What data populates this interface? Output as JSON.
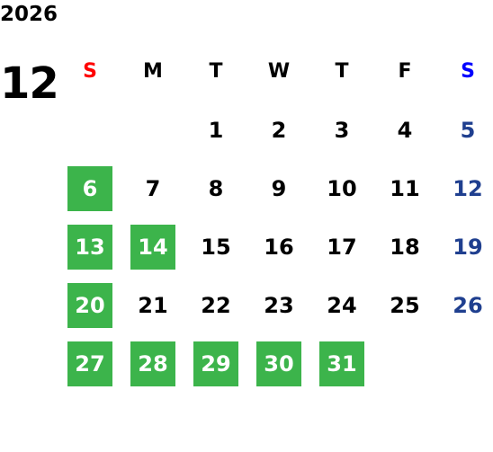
{
  "calendar": {
    "year": "2026",
    "month": "12",
    "weekdays": [
      "S",
      "M",
      "T",
      "W",
      "T",
      "F",
      "S"
    ],
    "leading_blanks": 2,
    "days": [
      {
        "d": "1",
        "hl": false
      },
      {
        "d": "2",
        "hl": false
      },
      {
        "d": "3",
        "hl": false
      },
      {
        "d": "4",
        "hl": false
      },
      {
        "d": "5",
        "hl": false
      },
      {
        "d": "6",
        "hl": true
      },
      {
        "d": "7",
        "hl": false
      },
      {
        "d": "8",
        "hl": false
      },
      {
        "d": "9",
        "hl": false
      },
      {
        "d": "10",
        "hl": false
      },
      {
        "d": "11",
        "hl": false
      },
      {
        "d": "12",
        "hl": false
      },
      {
        "d": "13",
        "hl": true
      },
      {
        "d": "14",
        "hl": true
      },
      {
        "d": "15",
        "hl": false
      },
      {
        "d": "16",
        "hl": false
      },
      {
        "d": "17",
        "hl": false
      },
      {
        "d": "18",
        "hl": false
      },
      {
        "d": "19",
        "hl": false
      },
      {
        "d": "20",
        "hl": true
      },
      {
        "d": "21",
        "hl": false
      },
      {
        "d": "22",
        "hl": false
      },
      {
        "d": "23",
        "hl": false
      },
      {
        "d": "24",
        "hl": false
      },
      {
        "d": "25",
        "hl": false
      },
      {
        "d": "26",
        "hl": false
      },
      {
        "d": "27",
        "hl": true
      },
      {
        "d": "28",
        "hl": true
      },
      {
        "d": "29",
        "hl": true
      },
      {
        "d": "30",
        "hl": true
      },
      {
        "d": "31",
        "hl": true
      }
    ],
    "colors": {
      "sunday_header": "#ff0000",
      "saturday_header": "#0000ff",
      "saturday_day": "#1f3f8f",
      "highlight_bg": "#3cb44b",
      "highlight_text": "#ffffff",
      "default_text": "#000000"
    }
  }
}
